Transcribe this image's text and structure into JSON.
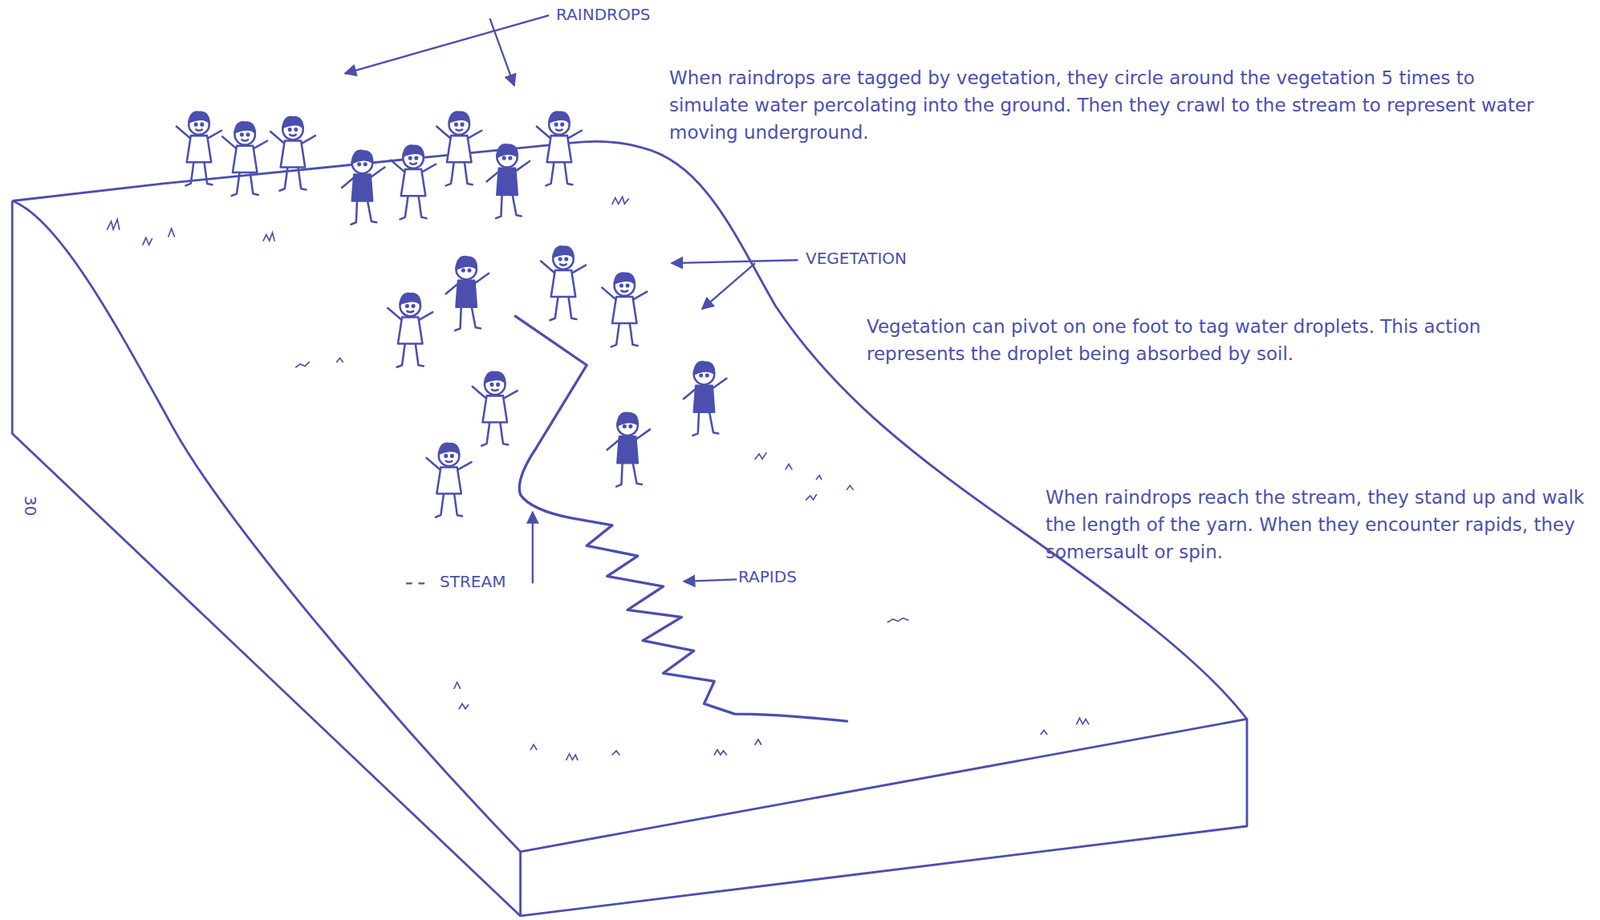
{
  "diagram": {
    "labels": [
      "RAINDROPS",
      "When raindrops are tagged by vegetation, they circle around the vegetation 5 times to simulate water percolating into the ground. Then they crawl to the stream to represent water moving underground.",
      "VEGETATION",
      "Vegetation can pivot on one foot to tag water droplets. This action represents the droplet being absorbed by soil.",
      "30",
      "When raindrops reach the stream, they stand up and walk the length of the yarn. When they encounter rapids, they somersault or spin.",
      "STREAM",
      "RAPIDS"
    ]
  }
}
